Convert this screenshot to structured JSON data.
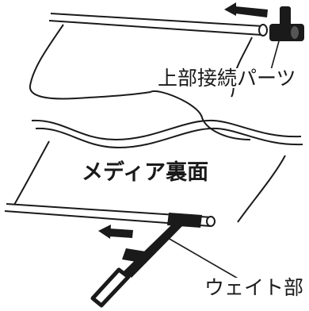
{
  "labels": {
    "top_connector": "上部接続パーツ",
    "media_back": "メディア裏面",
    "weight_part": "ウェイト部"
  },
  "colors": {
    "line": "#1a1a1a",
    "fill": "#ffffff",
    "part_gray": "#555555"
  }
}
